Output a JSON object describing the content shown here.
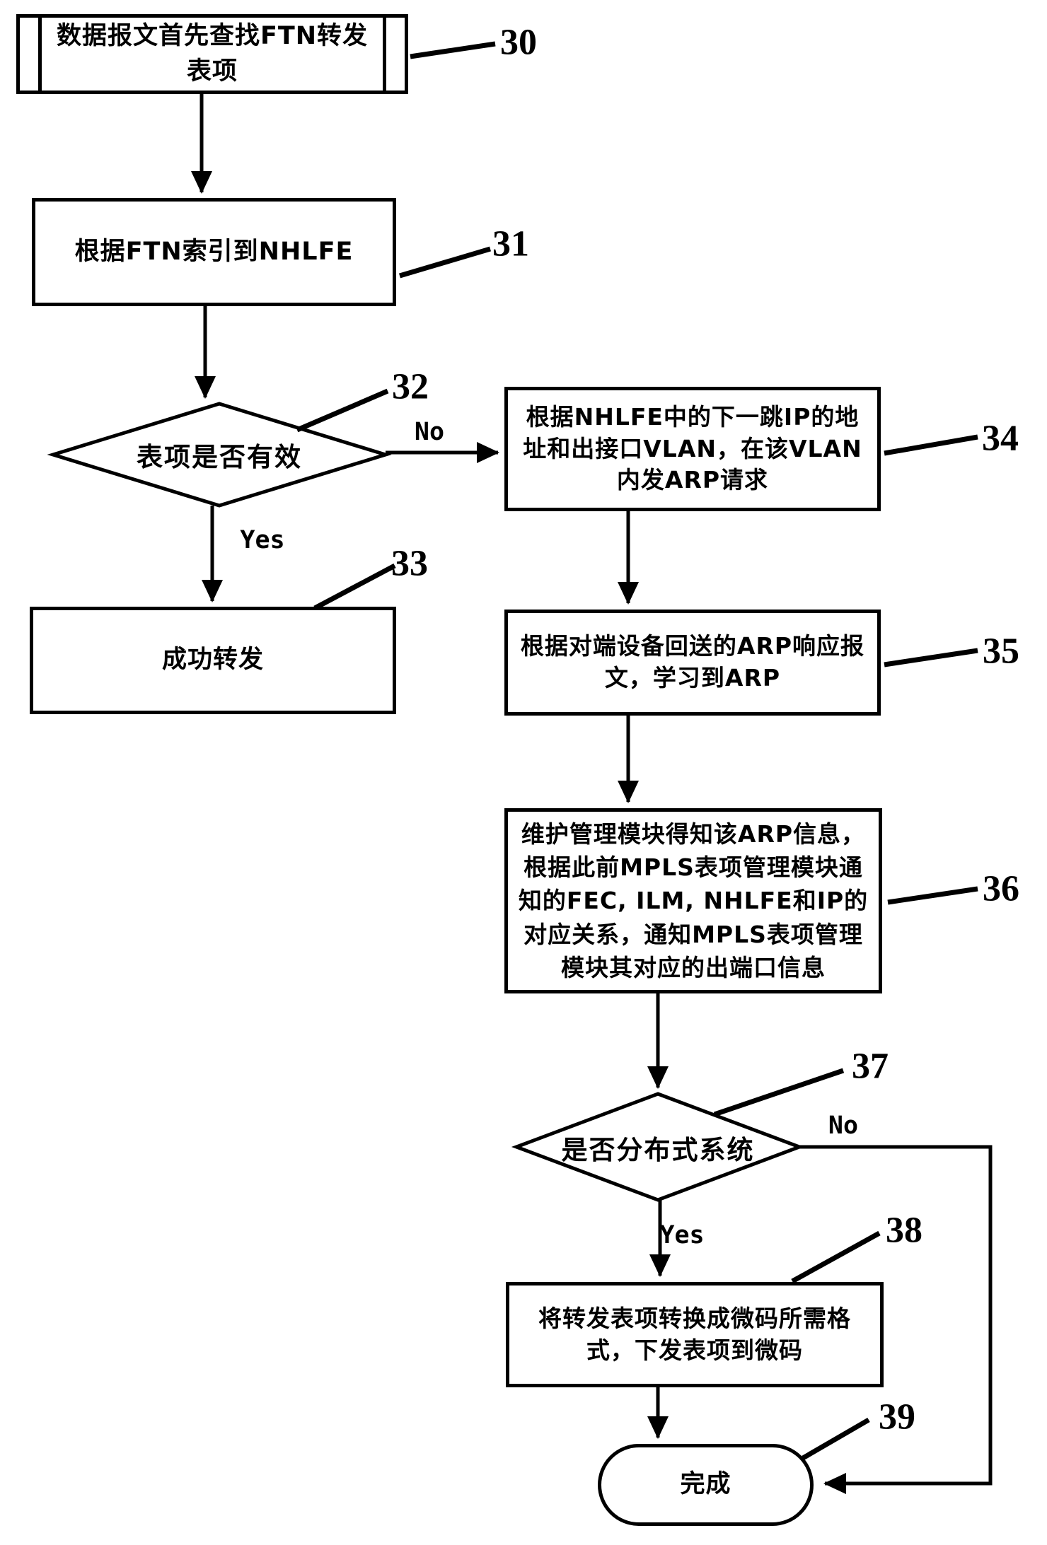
{
  "figure": {
    "ink_color": "#000000",
    "background_color": "#ffffff",
    "nodes": {
      "n30": {
        "label": "30",
        "type": "subroutine",
        "text": "数据报文首先查找FTN转发表项"
      },
      "n31": {
        "label": "31",
        "type": "process",
        "text": "根据FTN索引到NHLFE"
      },
      "n32": {
        "label": "32",
        "type": "decision",
        "text": "表项是否有效"
      },
      "n33": {
        "label": "33",
        "type": "process",
        "text": "成功转发"
      },
      "n34": {
        "label": "34",
        "type": "process",
        "text": "根据NHLFE中的下一跳IP的地址和出接口VLAN，在该VLAN内发ARP请求"
      },
      "n35": {
        "label": "35",
        "type": "process",
        "text": "根据对端设备回送的ARP响应报文，学习到ARP"
      },
      "n36": {
        "label": "36",
        "type": "process",
        "text": "维护管理模块得知该ARP信息，根据此前MPLS表项管理模块通知的FEC, ILM, NHLFE和IP的对应关系，通知MPLS表项管理模块其对应的出端口信息"
      },
      "n37": {
        "label": "37",
        "type": "decision",
        "text": "是否分布式系统"
      },
      "n38": {
        "label": "38",
        "type": "process",
        "text": "将转发表项转换成微码所需格式，下发表项到微码"
      },
      "n39": {
        "label": "39",
        "type": "terminator",
        "text": "完成"
      }
    },
    "edge_labels": {
      "no_32": "No",
      "yes_32": "Yes",
      "no_37": "No",
      "yes_37": "Yes"
    }
  }
}
